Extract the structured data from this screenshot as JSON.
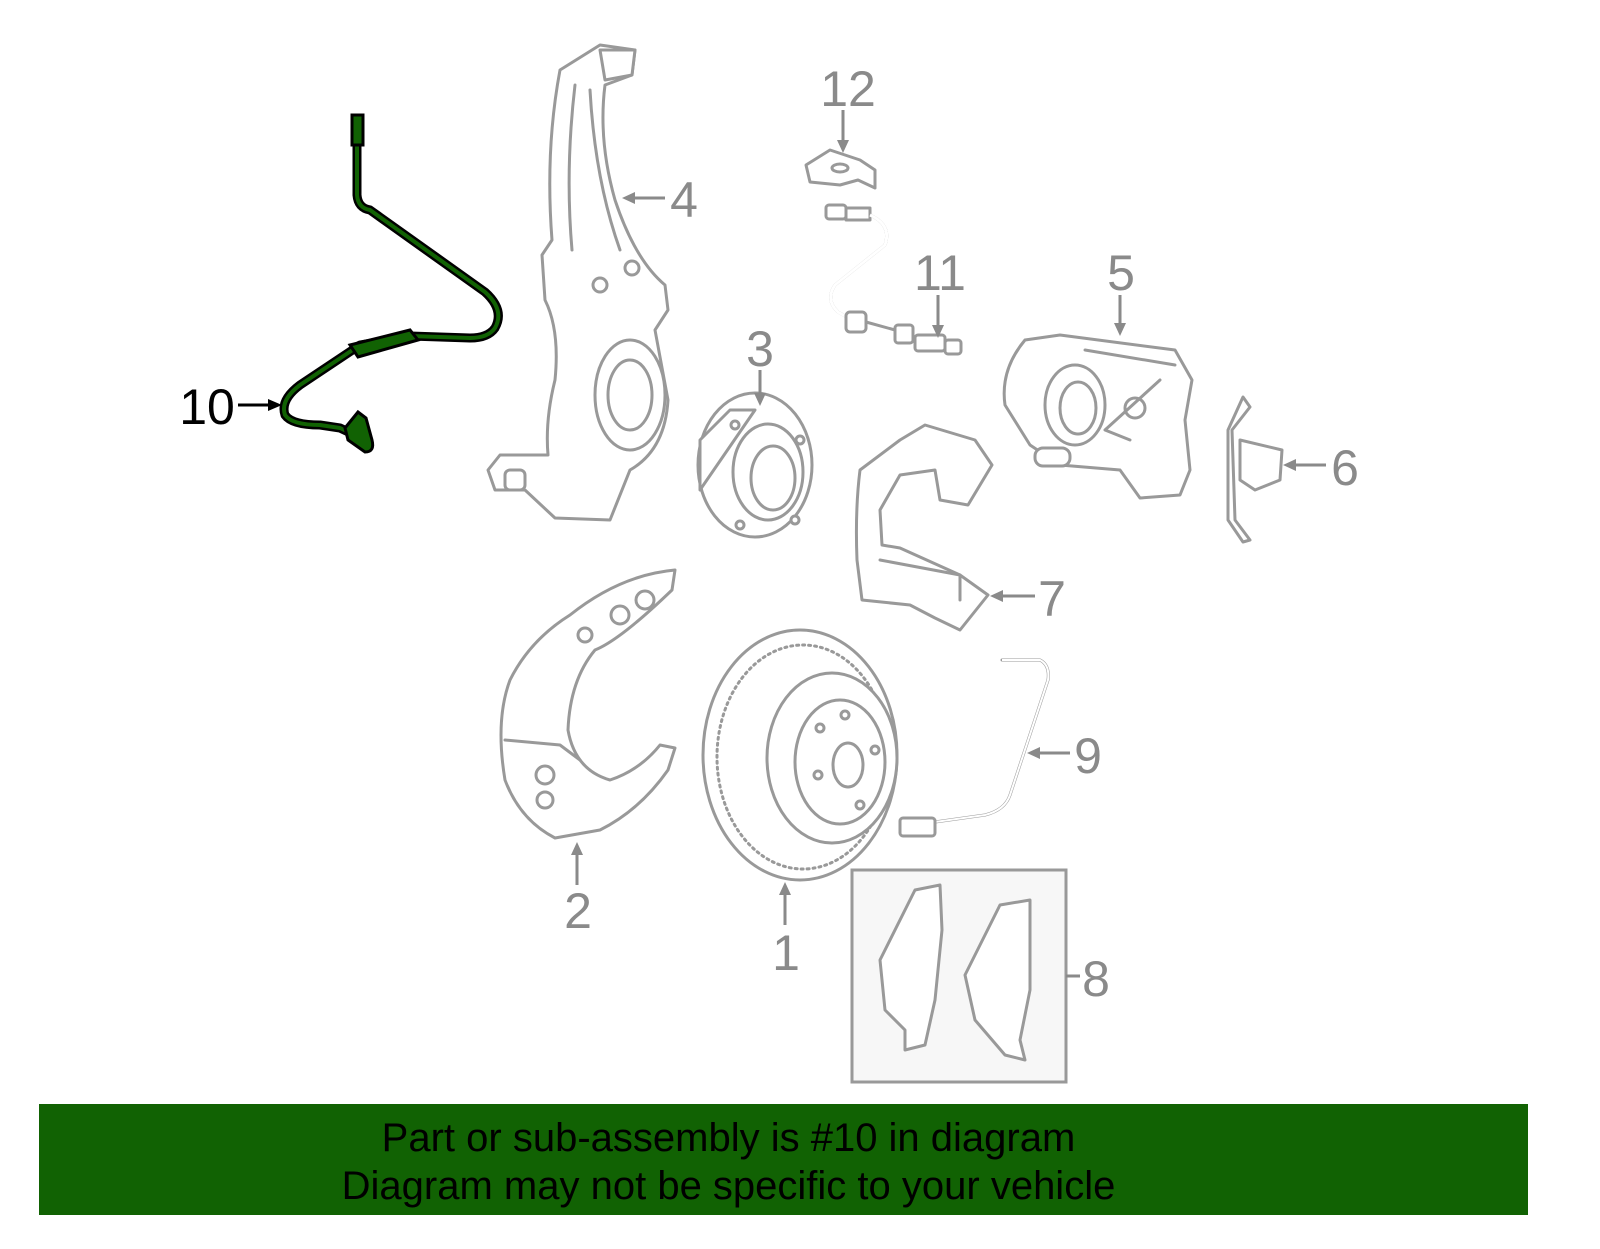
{
  "diagram": {
    "highlight_color": "#116203",
    "part_color": "#999999",
    "callouts": [
      {
        "number": "1",
        "part": "rotor"
      },
      {
        "number": "2",
        "part": "splash-shield"
      },
      {
        "number": "3",
        "part": "hub-bearing"
      },
      {
        "number": "4",
        "part": "knuckle"
      },
      {
        "number": "5",
        "part": "caliper"
      },
      {
        "number": "6",
        "part": "caliper-clip"
      },
      {
        "number": "7",
        "part": "caliper-bracket"
      },
      {
        "number": "8",
        "part": "brake-pads"
      },
      {
        "number": "9",
        "part": "pad-wear-sensor"
      },
      {
        "number": "10",
        "part": "abs-sensor-highlighted"
      },
      {
        "number": "11",
        "part": "brake-hose"
      },
      {
        "number": "12",
        "part": "hose-bracket"
      }
    ]
  },
  "banner": {
    "line1": "Part or sub-assembly is #10 in diagram",
    "line2": "Diagram may not be specific to your vehicle"
  }
}
